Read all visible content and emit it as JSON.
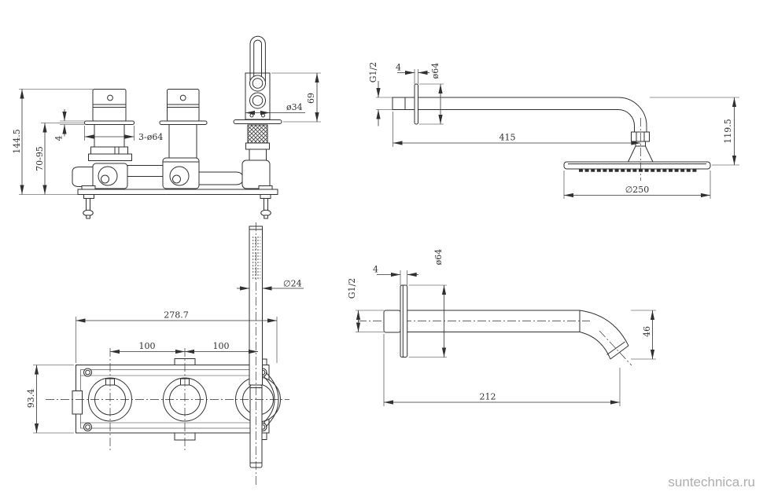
{
  "watermark": {
    "text": "suntechnica.ru"
  },
  "colors": {
    "line": "#303030",
    "watermark": "#aeaeae",
    "background": "#ffffff"
  },
  "views": {
    "mixer_side": {
      "label": "concealed-mixer-side-view",
      "dims": {
        "overall_height": "144.5",
        "mount_depth": "70-95",
        "escutcheon_thickness": "4",
        "escutcheons": "3-ø64",
        "holder_diameter": "ø34",
        "holder_height": "69"
      }
    },
    "shower_arm": {
      "label": "shower-arm-and-head-side-view",
      "dims": {
        "thread": "G1/2",
        "flange_thickness": "4",
        "flange_diameter": "ø64",
        "arm_length": "415",
        "head_drop": "119.5",
        "head_diameter": "∅250"
      }
    },
    "mixer_front": {
      "label": "concealed-mixer-front-view",
      "dims": {
        "overall_width": "278.7",
        "spacing_left": "100",
        "spacing_right": "100",
        "body_height": "93.4",
        "wand_diameter": "∅24"
      }
    },
    "spout": {
      "label": "wall-spout-side-view",
      "dims": {
        "thread": "G1/2",
        "flange_thickness": "4",
        "flange_diameter": "ø64",
        "length": "212",
        "drop": "46"
      }
    }
  }
}
